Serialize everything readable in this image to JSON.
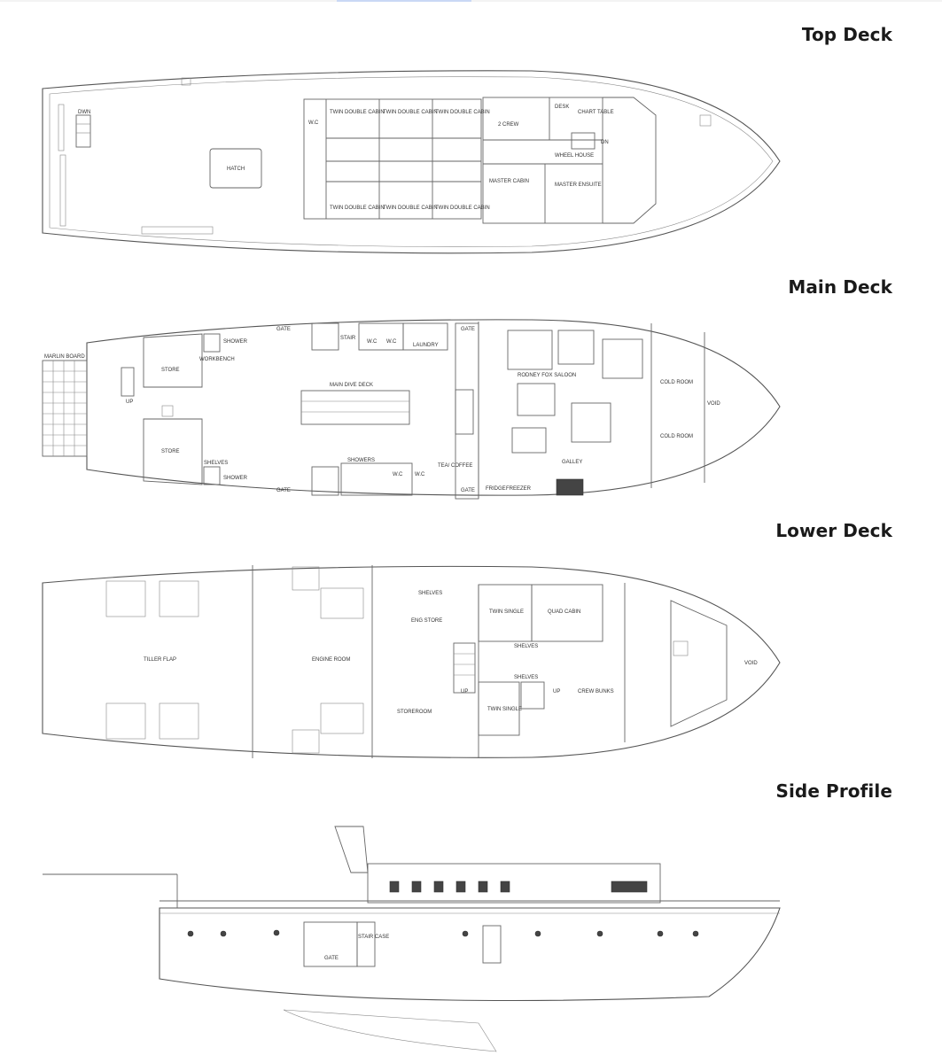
{
  "headings": {
    "top_deck": "Top Deck",
    "main_deck": "Main Deck",
    "lower_deck": "Lower Deck",
    "side_profile": "Side Profile"
  },
  "top_deck": {
    "dwn": "DWN",
    "hatch": "HATCH",
    "wc": "W.C",
    "cabins_top": [
      "TWIN DOUBLE CABIN",
      "TWIN DOUBLE CABIN",
      "TWIN DOUBLE CABIN"
    ],
    "cabins_bottom": [
      "TWIN DOUBLE CABIN",
      "TWIN DOUBLE CABIN",
      "TWIN DOUBLE CABIN"
    ],
    "crew": "2 CREW",
    "desk": "DESK",
    "chart_table": "CHART TABLE",
    "dn": "DN",
    "wheel_house": "WHEEL HOUSE",
    "master_cabin": "MASTER CABIN",
    "master_ensuite": "MASTER ENSUITE"
  },
  "main_deck": {
    "marlin_board": "MARLIN BOARD",
    "up": "UP",
    "store_top": "STORE",
    "store_bottom": "STORE",
    "shower_top": "SHOWER",
    "workbench": "WORKBENCH",
    "shelves": "SHELVES",
    "shower_bottom": "SHOWER",
    "gate_1": "GATE",
    "gate_2": "GATE",
    "gate_3": "GATE",
    "gate_4": "GATE",
    "stair": "STAIR",
    "wc_1": "W.C",
    "wc_2": "W.C",
    "laundry": "LAUNDRY",
    "main_dive_deck": "MAIN DIVE DECK",
    "showers": "SHOWERS",
    "wc_3": "W.C",
    "wc_4": "W.C",
    "tea_coffee": "TEA/ COFFEE",
    "rodney_fox_saloon": "RODNEY FOX SALOON",
    "galley": "GALLEY",
    "fridge": "FRIDGE",
    "freezer": "FREEZER",
    "cold_room_1": "COLD ROOM",
    "cold_room_2": "COLD ROOM",
    "void": "VOID"
  },
  "lower_deck": {
    "tiller_flap": "TILLER FLAP",
    "engine_room": "ENGINE ROOM",
    "shelves_1": "SHELVES",
    "eng_store": "ENG STORE",
    "twin_single_1": "TWIN SINGLE",
    "quad_cabin": "QUAD CABIN",
    "shelves_2": "SHELVES",
    "shelves_3": "SHELVES",
    "up_1": "UP",
    "up_2": "UP",
    "storeroom": "STOREROOM",
    "twin_single_2": "TWIN SINGLE",
    "crew_bunks": "CREW BUNKS",
    "void": "VOID"
  },
  "side_profile": {
    "stair_case": "STAIR CASE",
    "gate": "GATE"
  }
}
